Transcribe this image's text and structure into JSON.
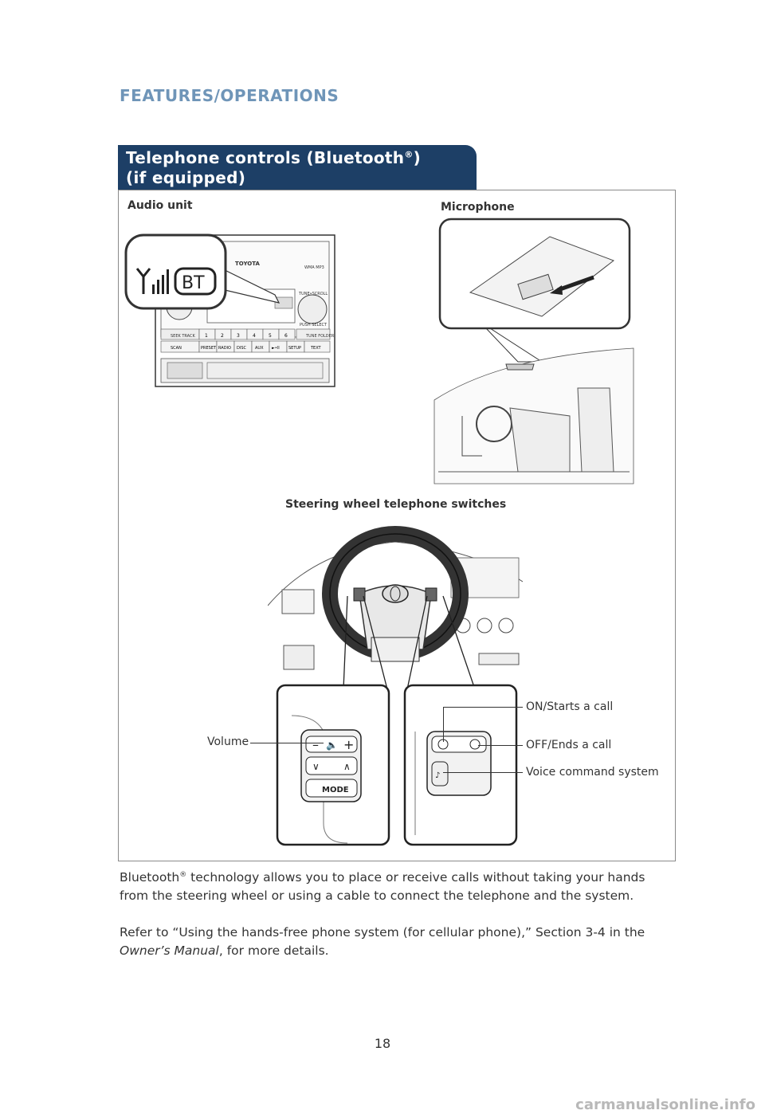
{
  "header": {
    "section": "FEATURES/OPERATIONS"
  },
  "title": {
    "line1": "Telephone controls (Bluetooth",
    "reg": "®",
    "line1_end": ")",
    "line2": "(if equipped)"
  },
  "figures": {
    "audio_unit": {
      "label": "Audio unit",
      "bt_badge": "BT",
      "brand": "TOYOTA",
      "brand_small": "WMA MP3",
      "knob_top": "TUNE•SCROLL",
      "knob_bottom": "PUSH SELECT",
      "seek": "SEEK TRACK",
      "tune": "TUNE FOLDER",
      "presets": [
        "1",
        "2",
        "3",
        "4",
        "5",
        "6"
      ],
      "buttons": [
        "SCAN",
        "PRESET",
        "RADIO",
        "DISC",
        "AUX",
        "►•II",
        "SETUP",
        "TEXT"
      ]
    },
    "microphone": {
      "label": "Microphone"
    },
    "steering": {
      "label": "Steering wheel telephone switches",
      "volume": "Volume",
      "on_call": "ON/Starts a call",
      "off_call": "OFF/Ends a call",
      "voice": "Voice command system",
      "mode": "MODE"
    }
  },
  "body": {
    "p1_brand": "Bluetooth",
    "p1_reg": "®",
    "p1_rest": " technology allows you to place or receive calls without taking your hands from the steering wheel or using a cable to connect the telephone and the system.",
    "p2_start": "Refer to “Using the hands-free phone system (for cellular phone),” Section 3-4 in the ",
    "p2_italic": "Owner’s Manual",
    "p2_end": ", for more details."
  },
  "footer": {
    "page_number": "18",
    "watermark": "carmanualsonline.info"
  },
  "colors": {
    "section_header": "#6f95b8",
    "banner": "#1d3f66",
    "frame": "#8a8a8a"
  }
}
